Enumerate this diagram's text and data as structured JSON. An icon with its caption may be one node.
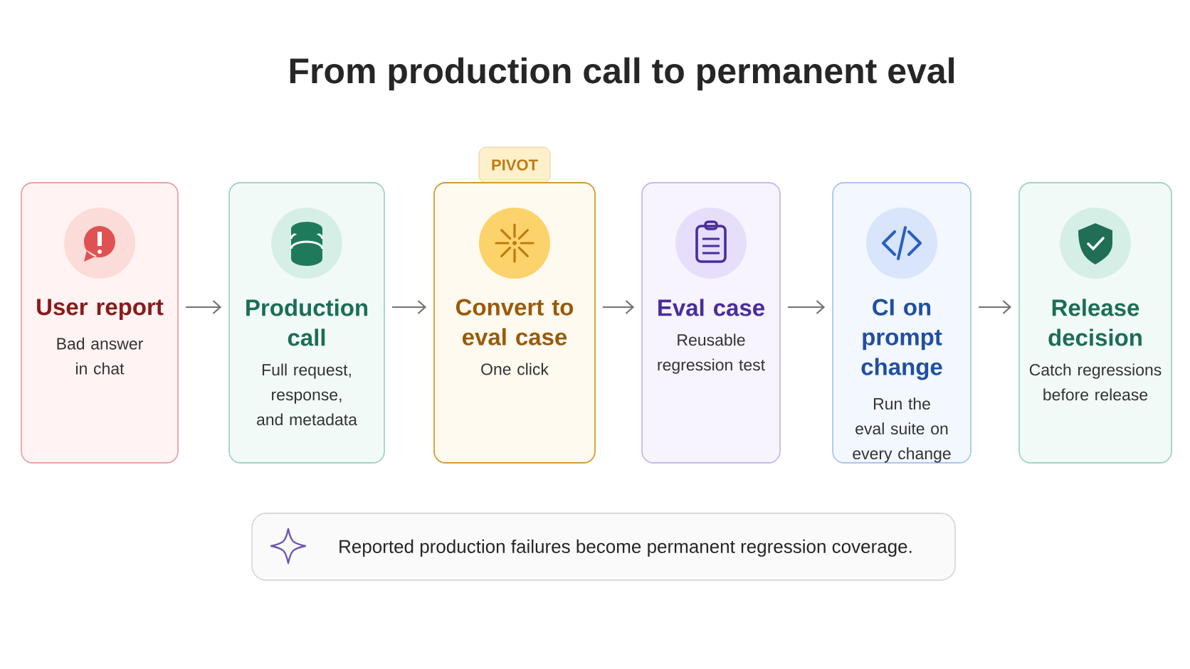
{
  "diagram": {
    "title": "From production call to permanent eval",
    "nodes": [
      {
        "text": [
          "User report",
          "Bad answer in chat"
        ]
      },
      {
        "text": [
          "Production call",
          "Full request, response, and metadata"
        ]
      },
      {
        "text": [
          "Convert to eval case",
          "One click"
        ],
        "beside": [
          "PIVOT"
        ]
      },
      {
        "text": [
          "Eval case",
          "Reusable regression test"
        ]
      },
      {
        "text": [
          "CI on prompt change",
          "Run the eval suite on every change"
        ]
      },
      {
        "text": [
          "Release decision",
          "Catch regressions before release"
        ]
      },
      {
        "text": [
          "Reported production failures become permanent regression coverage."
        ]
      }
    ],
    "edges": [
      {
        "from": 0,
        "to": 1,
        "arrow": "to"
      },
      {
        "from": 1,
        "to": 2,
        "arrow": "to"
      },
      {
        "from": 2,
        "to": 3,
        "arrow": "to"
      },
      {
        "from": 3,
        "to": 4,
        "arrow": "to"
      },
      {
        "from": 4,
        "to": 5,
        "arrow": "to"
      }
    ]
  }
}
